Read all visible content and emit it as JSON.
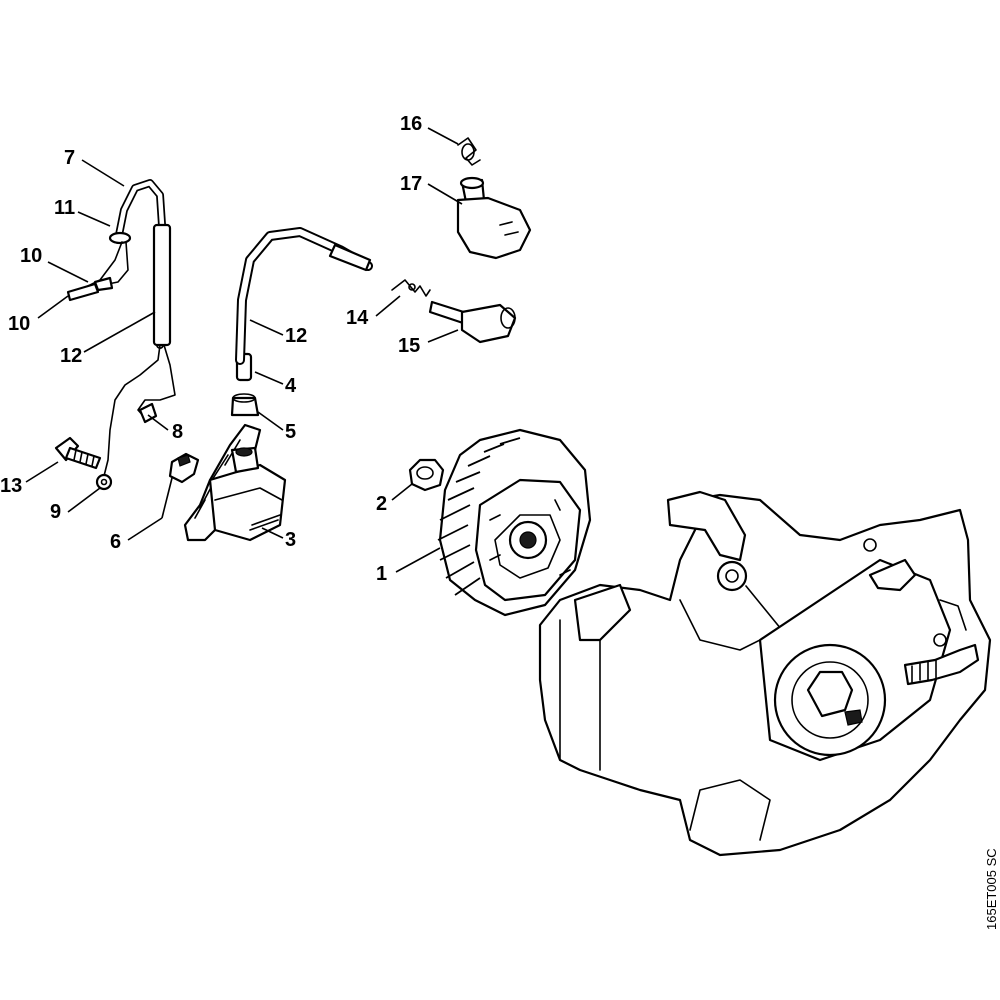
{
  "diagram": {
    "drawing_code": "165ET005 SC",
    "callouts": [
      {
        "id": "c1",
        "label": "1"
      },
      {
        "id": "c2",
        "label": "2"
      },
      {
        "id": "c3",
        "label": "3"
      },
      {
        "id": "c4",
        "label": "4"
      },
      {
        "id": "c5",
        "label": "5"
      },
      {
        "id": "c6",
        "label": "6"
      },
      {
        "id": "c7",
        "label": "7"
      },
      {
        "id": "c8",
        "label": "8"
      },
      {
        "id": "c9",
        "label": "9"
      },
      {
        "id": "c10a",
        "label": "10"
      },
      {
        "id": "c10b",
        "label": "10"
      },
      {
        "id": "c11",
        "label": "11"
      },
      {
        "id": "c12a",
        "label": "12"
      },
      {
        "id": "c12b",
        "label": "12"
      },
      {
        "id": "c13",
        "label": "13"
      },
      {
        "id": "c14",
        "label": "14"
      },
      {
        "id": "c15",
        "label": "15"
      },
      {
        "id": "c16",
        "label": "16"
      },
      {
        "id": "c17",
        "label": "17"
      }
    ]
  }
}
